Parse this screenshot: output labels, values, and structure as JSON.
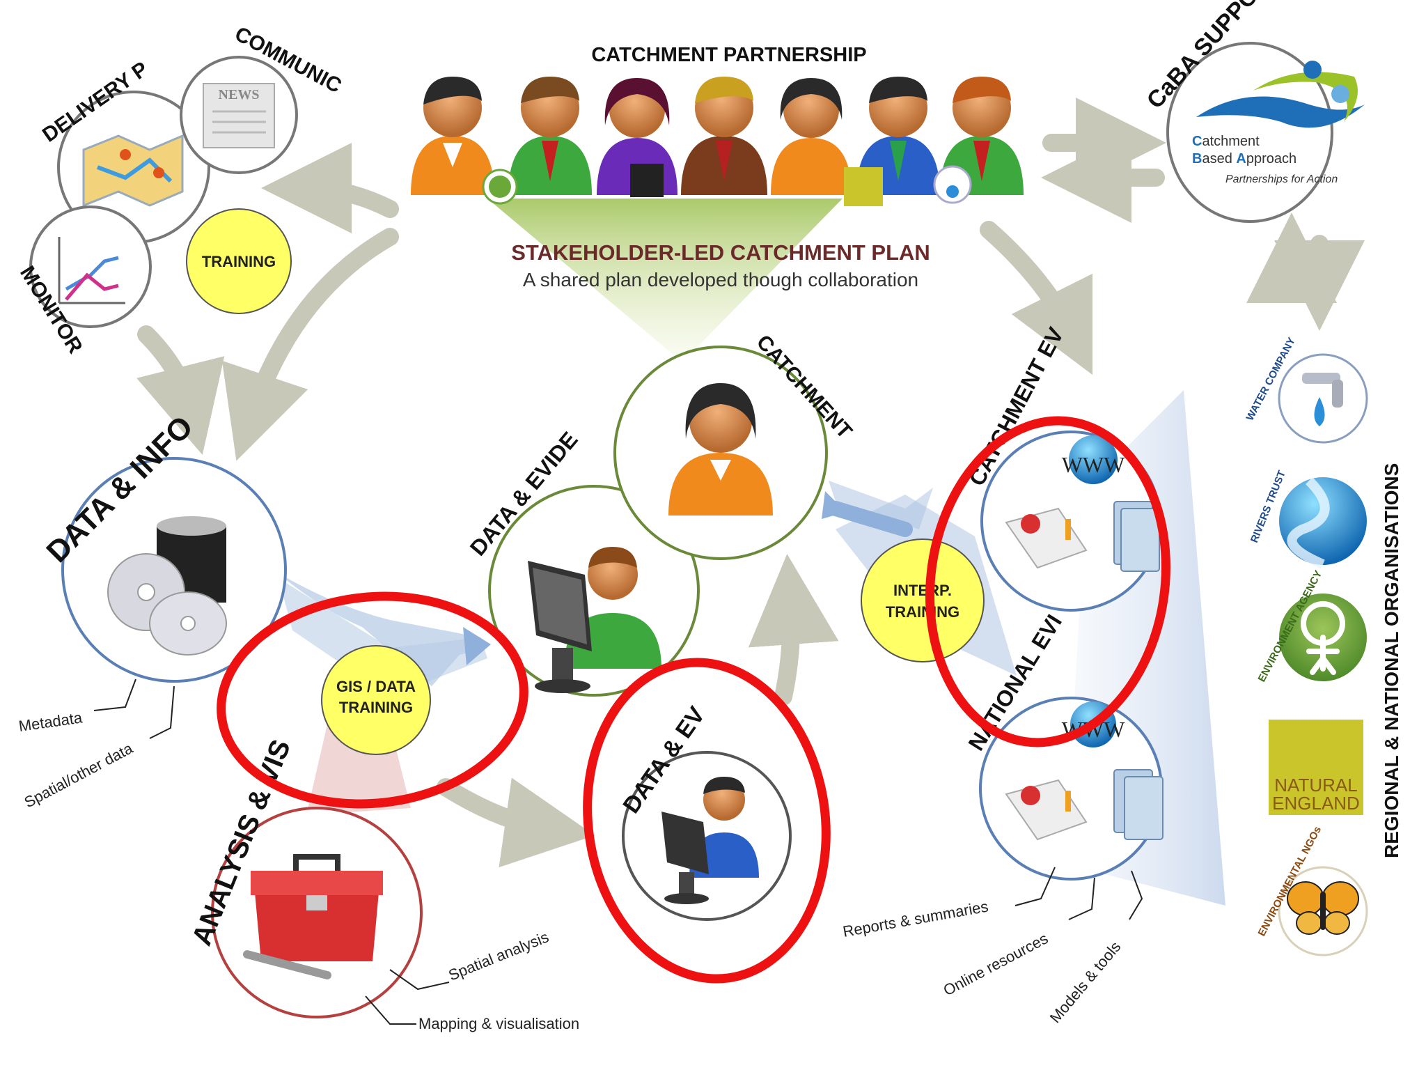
{
  "header": {
    "partnership_title": "CATCHMENT PARTNERSHIP",
    "plan_title": "STAKEHOLDER-LED CATCHMENT PLAN",
    "plan_subtitle": "A shared plan developed though collaboration"
  },
  "nodes": {
    "delivery": "DELIVERY P",
    "communic": "COMMUNIC",
    "monitor": "MONITOR",
    "training": "TRAINING",
    "data_info": "DATA & INFO",
    "gis_training_line1": "GIS / DATA",
    "gis_training_line2": "TRAINING",
    "analysis": "ANALYSIS & VIS",
    "data_evide": "DATA & EVIDE",
    "data_ev": "DATA & EV",
    "catchment": "CATCHMENT",
    "catchment_ev": "CATCHMENT EV",
    "national_evi": "NATIONAL  EVI",
    "interp_line1": "INTERP.",
    "interp_line2": "TRAINING",
    "caba_support": "CaBA SUPPO",
    "regional_orgs": "REGIONAL & NATIONAL ORGANISATIONS",
    "news_icon_text": "NEWS",
    "www_text": "WWW"
  },
  "callouts": {
    "metadata": "Metadata",
    "spatial_other": "Spatial/other data",
    "spatial_analysis": "Spatial analysis",
    "mapping": "Mapping & visualisation",
    "reports": "Reports & summaries",
    "online": "Online resources",
    "models": "Models & tools"
  },
  "caba_logo": {
    "line1_initial": "C",
    "line1_rest": "atchment",
    "line2_initial": "B",
    "line2_rest": "ased ",
    "line2_initial2": "A",
    "line2_rest2": "pproach",
    "tagline": "Partnerships for Action"
  },
  "organisations": {
    "water_company": "WATER COMPANY",
    "rivers_trust": "RIVERS TRUST",
    "environment_agency": "ENVIRONMENT AGENCY",
    "natural_england_line1": "NATURAL",
    "natural_england_line2": "ENGLAND",
    "environmental_ngos": "ENVIRONMENTAL NGOs"
  },
  "colors": {
    "plan_title": "#6b2a2a",
    "training_fill": "#ffff66",
    "highlight_red": "#ee1111",
    "arrow_grey": "#c8c8b8",
    "blue_ring": "#5a7fb5",
    "green_ring": "#6a8a3a",
    "red_ring": "#b54040"
  }
}
